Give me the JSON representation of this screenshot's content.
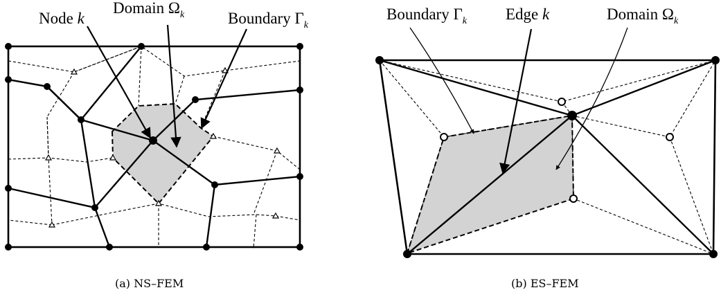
{
  "panel_a": {
    "caption": "(a) NS–FEM",
    "node_label": "Node",
    "node_var": "k",
    "domain_label": "Domain Ω",
    "domain_sub": "k",
    "boundary_label": "Boundary Γ",
    "boundary_sub": "k"
  },
  "panel_b": {
    "caption": "(b) ES–FEM",
    "boundary_label": "Boundary Γ",
    "boundary_sub": "k",
    "edge_label": "Edge",
    "edge_var": "k",
    "domain_label": "Domain Ω",
    "domain_sub": "k"
  }
}
